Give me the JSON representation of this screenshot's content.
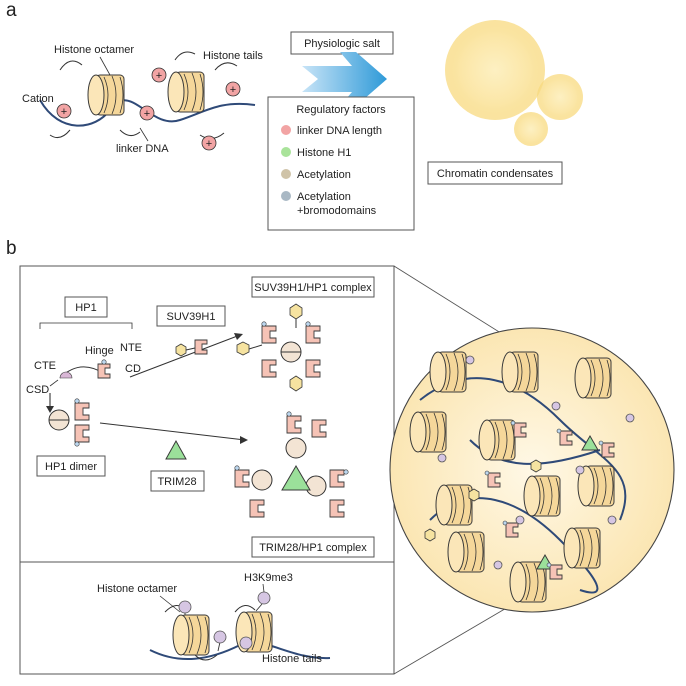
{
  "panel_a": {
    "letter": "a",
    "label_histone_octamer": "Histone octamer",
    "label_histone_tails": "Histone tails",
    "label_cation": "Cation",
    "label_linker_dna": "linker DNA",
    "cation_symbol": "+",
    "physiologic_salt": "Physiologic salt",
    "regulatory_title": "Regulatory factors",
    "factors": [
      {
        "label": "linker DNA length",
        "color": "#f2a4a4"
      },
      {
        "label": "Histone H1",
        "color": "#a9e39a"
      },
      {
        "label": "Acetylation",
        "color": "#cfc3a8"
      },
      {
        "label": "Acetylation",
        "label2": "+bromodomains",
        "color": "#a9b8c4"
      }
    ],
    "chromatin_condensates": "Chromatin condensates"
  },
  "panel_b": {
    "letter": "b",
    "hp1": "HP1",
    "hinge": "Hinge",
    "nte": "NTE",
    "cte": "CTE",
    "cd": "CD",
    "csd": "CSD",
    "suv39h1": "SUV39H1",
    "suv_complex": "SUV39H1/HP1 complex",
    "hp1_dimer": "HP1 dimer",
    "trim28": "TRIM28",
    "trim_complex": "TRIM28/HP1 complex",
    "histone_octamer": "Histone octamer",
    "h3k9me3": "H3K9me3",
    "histone_tails": "Histone tails"
  },
  "colors": {
    "arrow_start": "#c8e4f7",
    "arrow_end": "#2f9ad8",
    "condensate": "#f9dd87",
    "cation": "#f2a4a4",
    "hp1_body": "#f6c3b6",
    "trim28": "#9be09a",
    "suv39h1": "#f6e3a0",
    "h3k9me3": "#d6c6e3"
  }
}
